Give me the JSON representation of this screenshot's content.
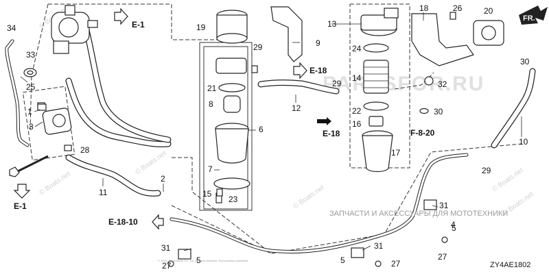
{
  "diagram": {
    "callouts": {
      "c1": "1",
      "c2": "2",
      "c3": "3",
      "c4": "4",
      "c5a": "5",
      "c5b": "5",
      "c5c": "5",
      "c6": "6",
      "c7": "7",
      "c8": "8",
      "c9": "9",
      "c10": "10",
      "c11": "11",
      "c12": "12",
      "c13": "13",
      "c14": "14",
      "c15": "15",
      "c16": "16",
      "c17": "17",
      "c18": "18",
      "c19": "19",
      "c20": "20",
      "c21": "21",
      "c22": "22",
      "c23": "23",
      "c24": "24",
      "c25": "25",
      "c26": "26",
      "c27a": "27",
      "c27b": "27",
      "c27c": "27",
      "c28": "28",
      "c29a": "29",
      "c29b": "29",
      "c29c": "29",
      "c30a": "30",
      "c30b": "30",
      "c31a": "31",
      "c31b": "31",
      "c31c": "31",
      "c32": "32",
      "c33": "33",
      "c34": "34"
    },
    "references": {
      "e1_top": "E-1",
      "e1_bottom": "E-1",
      "e18_right": "E-18",
      "e18_mid": "E-18",
      "f820": "F-8-20",
      "e1810": "E-18-10"
    },
    "fr_badge": "FR.",
    "diagram_code": "ZY4AE1802"
  },
  "watermarks": {
    "boats": "© Boats.net",
    "shop_text": "ЗАПЧАСТИ И АКСЕССУАРЫ ДЛЯ МОТОТЕХНИКИ",
    "shop_logo": "PARTSFOR.RU",
    "copyright": "© 2004 Honda Motor Co., Ltd. All rights reserved. Reproduction prohibited."
  }
}
